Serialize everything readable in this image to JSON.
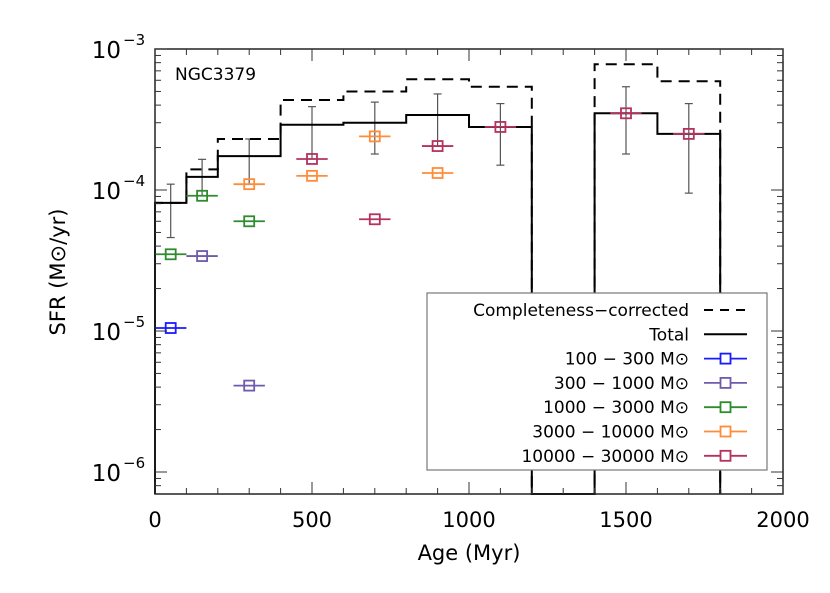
{
  "chart_data": {
    "type": "line",
    "title": "",
    "annotation": "NGC3379",
    "xlabel": "Age (Myr)",
    "ylabel": "SFR (M⊙/yr)",
    "xlim": [
      0,
      2000
    ],
    "ylim": [
      7e-07,
      0.001
    ],
    "yscale": "log",
    "xticks": [
      0,
      500,
      1000,
      1500,
      2000
    ],
    "xtick_labels": [
      "0",
      "500",
      "1000",
      "1500",
      "2000"
    ],
    "yticks": [
      1e-06,
      1e-05,
      0.0001,
      0.001
    ],
    "ytick_labels": [
      {
        "base": "10",
        "exp": "−6"
      },
      {
        "base": "10",
        "exp": "−5"
      },
      {
        "base": "10",
        "exp": "−4"
      },
      {
        "base": "10",
        "exp": "−3"
      }
    ],
    "grid": false,
    "legend_position": "lower right",
    "step_series": [
      {
        "name": "Completeness−corrected",
        "style": "dashed",
        "color": "#000000",
        "bins": [
          {
            "x0": 0,
            "x1": 100,
            "y": 8.1e-05
          },
          {
            "x0": 100,
            "x1": 200,
            "y": 0.00014
          },
          {
            "x0": 200,
            "x1": 400,
            "y": 0.00023
          },
          {
            "x0": 400,
            "x1": 600,
            "y": 0.000435
          },
          {
            "x0": 600,
            "x1": 800,
            "y": 0.0005
          },
          {
            "x0": 800,
            "x1": 1000,
            "y": 0.00061
          },
          {
            "x0": 1000,
            "x1": 1200,
            "y": 0.00054
          },
          {
            "x0": 1200,
            "x1": 1400,
            "y": null
          },
          {
            "x0": 1400,
            "x1": 1600,
            "y": 0.00078
          },
          {
            "x0": 1600,
            "x1": 1800,
            "y": 0.00059
          }
        ]
      },
      {
        "name": "Total",
        "style": "solid",
        "color": "#000000",
        "bins": [
          {
            "x0": 0,
            "x1": 100,
            "y": 8.1e-05
          },
          {
            "x0": 100,
            "x1": 200,
            "y": 0.000124
          },
          {
            "x0": 200,
            "x1": 400,
            "y": 0.000174
          },
          {
            "x0": 400,
            "x1": 600,
            "y": 0.00029
          },
          {
            "x0": 600,
            "x1": 800,
            "y": 0.0003
          },
          {
            "x0": 800,
            "x1": 1000,
            "y": 0.00034
          },
          {
            "x0": 1000,
            "x1": 1200,
            "y": 0.00028
          },
          {
            "x0": 1200,
            "x1": 1400,
            "y": null
          },
          {
            "x0": 1400,
            "x1": 1600,
            "y": 0.00035
          },
          {
            "x0": 1600,
            "x1": 1800,
            "y": 0.00025
          }
        ]
      }
    ],
    "error_bars": [
      {
        "x": 50,
        "low": 4.6e-05,
        "high": 0.00011
      },
      {
        "x": 150,
        "low": 9.1e-05,
        "high": 0.000165
      },
      {
        "x": 300,
        "low": 0.00011,
        "high": 0.00023
      },
      {
        "x": 500,
        "low": 0.000166,
        "high": 0.00039
      },
      {
        "x": 700,
        "low": 0.00018,
        "high": 0.00042
      },
      {
        "x": 900,
        "low": 0.000205,
        "high": 0.00048
      },
      {
        "x": 1100,
        "low": 0.00015,
        "high": 0.00041
      },
      {
        "x": 1500,
        "low": 0.00018,
        "high": 0.00054
      },
      {
        "x": 1700,
        "low": 9.5e-05,
        "high": 0.00041
      }
    ],
    "series": [
      {
        "name": "100 − 300 M⊙",
        "color": "#1a1aff",
        "points": [
          {
            "x": 50,
            "y": 1.05e-05,
            "xerr": 50
          }
        ]
      },
      {
        "name": "300 − 1000 M⊙",
        "color": "#6f5aad",
        "points": [
          {
            "x": 150,
            "y": 3.4e-05,
            "xerr": 50
          },
          {
            "x": 300,
            "y": 4.1e-06,
            "xerr": 50
          }
        ]
      },
      {
        "name": "1000 − 3000 M⊙",
        "color": "#2e8b2e",
        "points": [
          {
            "x": 50,
            "y": 3.5e-05,
            "xerr": 50
          },
          {
            "x": 150,
            "y": 9.1e-05,
            "xerr": 50
          },
          {
            "x": 300,
            "y": 6e-05,
            "xerr": 50
          }
        ]
      },
      {
        "name": "3000 − 10000 M⊙",
        "color": "#ff8c3a",
        "points": [
          {
            "x": 300,
            "y": 0.00011,
            "xerr": 50
          },
          {
            "x": 500,
            "y": 0.000126,
            "xerr": 50
          },
          {
            "x": 700,
            "y": 0.00024,
            "xerr": 50
          },
          {
            "x": 900,
            "y": 0.000132,
            "xerr": 50
          }
        ]
      },
      {
        "name": "10000 − 30000 M⊙",
        "color": "#b3325e",
        "points": [
          {
            "x": 500,
            "y": 0.000166,
            "xerr": 50
          },
          {
            "x": 700,
            "y": 6.2e-05,
            "xerr": 50
          },
          {
            "x": 900,
            "y": 0.000205,
            "xerr": 50
          },
          {
            "x": 1100,
            "y": 0.00028,
            "xerr": 50
          },
          {
            "x": 1500,
            "y": 0.00035,
            "xerr": 50
          },
          {
            "x": 1700,
            "y": 0.00025,
            "xerr": 50
          }
        ]
      }
    ],
    "legend": [
      {
        "label": "Completeness−corrected",
        "kind": "dashed",
        "color": "#000000"
      },
      {
        "label": "Total",
        "kind": "solid",
        "color": "#000000"
      },
      {
        "label": "100 − 300 M⊙",
        "kind": "marker",
        "color": "#1a1aff"
      },
      {
        "label": "300 − 1000 M⊙",
        "kind": "marker",
        "color": "#6f5aad"
      },
      {
        "label": "1000 − 3000 M⊙",
        "kind": "marker",
        "color": "#2e8b2e"
      },
      {
        "label": "3000 − 10000 M⊙",
        "kind": "marker",
        "color": "#ff8c3a"
      },
      {
        "label": "10000 − 30000 M⊙",
        "kind": "marker",
        "color": "#b3325e"
      }
    ]
  }
}
